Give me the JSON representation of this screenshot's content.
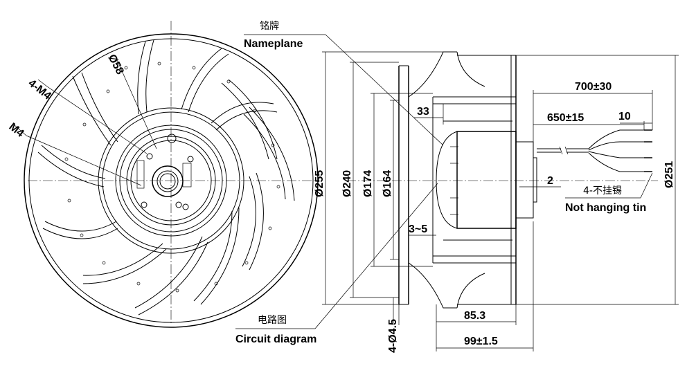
{
  "labels": {
    "nameplate_cn": "铭牌",
    "nameplate_en": "Nameplane",
    "circuit_cn": "电路图",
    "circuit_en": "Circuit diagram",
    "tin_cn": "4-不挂锡",
    "tin_en": "Not hanging tin",
    "hole_58": "Ø58",
    "screw_4m4": "4-M4",
    "screw_m4": "M4"
  },
  "dimensions": {
    "d255": "Ø255",
    "d240": "Ø240",
    "d174": "Ø174",
    "d164": "Ø164",
    "d251": "Ø251",
    "holes": "4-Ø4.5",
    "len_700": "700±30",
    "len_650": "650±15",
    "len_10": "10",
    "len_33": "33",
    "len_2": "2",
    "range_3_5": "3~5",
    "len_85": "85.3",
    "len_99": "99±1.5"
  }
}
